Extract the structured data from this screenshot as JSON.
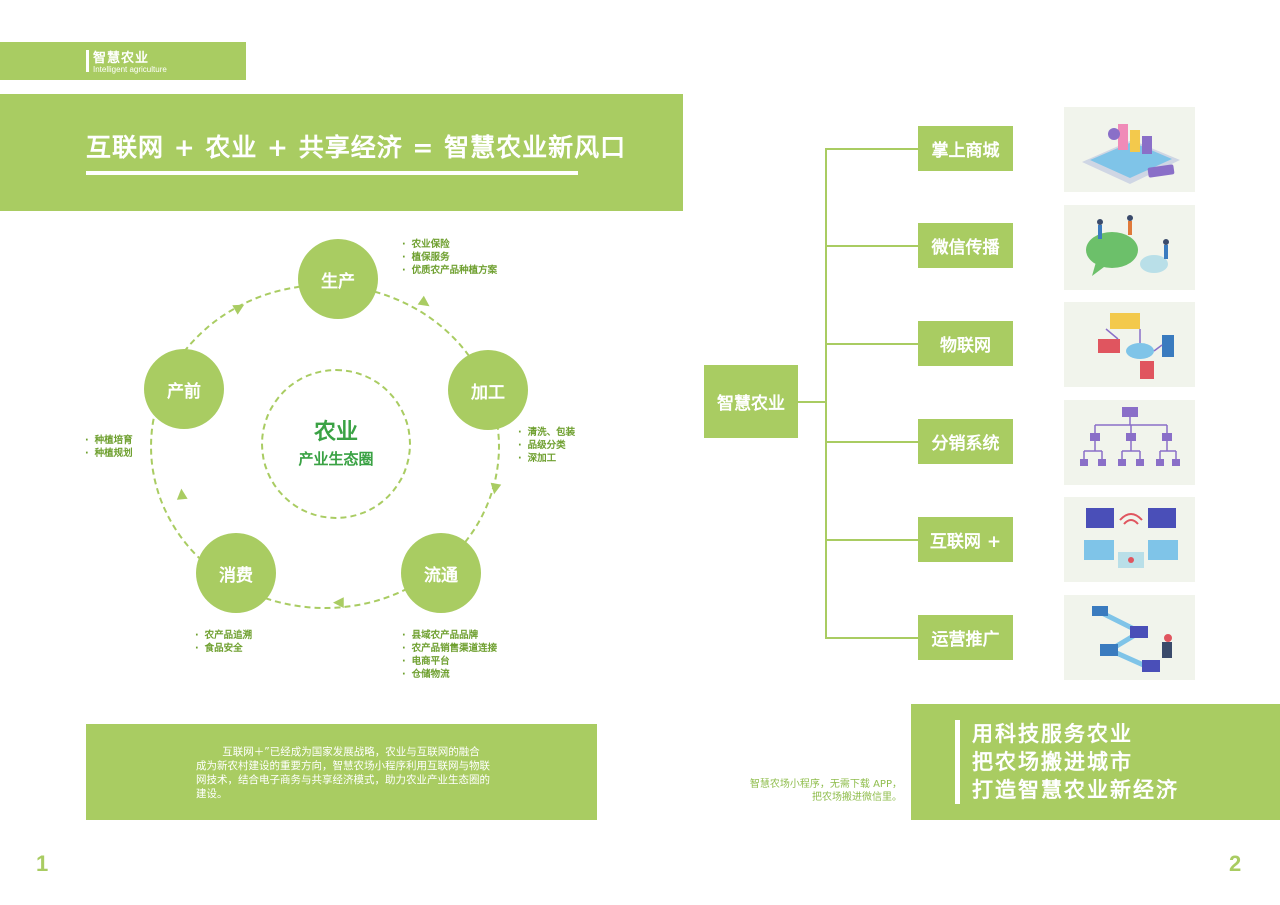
{
  "header": {
    "tag_title": "智慧农业",
    "tag_subtitle": "Intelligent agriculture",
    "headline": "互联网 + 农业 + 共享经济 = 智慧农业新风口"
  },
  "cycle": {
    "center_title": "农业",
    "center_subtitle": "产业生态圈",
    "nodes": {
      "production": {
        "label": "生产",
        "notes": [
          "农业保险",
          "植保服务",
          "优质农产品种植方案"
        ]
      },
      "processing": {
        "label": "加工",
        "notes": [
          "清洗、包装",
          "品级分类",
          "深加工"
        ]
      },
      "circulation": {
        "label": "流通",
        "notes": [
          "县域农产品品牌",
          "农产品销售渠道连接",
          "电商平台",
          "仓储物流"
        ]
      },
      "consumption": {
        "label": "消费",
        "notes": [
          "农产品追溯",
          "食品安全"
        ]
      },
      "preproduction": {
        "label": "产前",
        "notes": [
          "种植培育",
          "种植规划"
        ]
      }
    }
  },
  "intro_text": "互联网＋”已经成为国家发展战略，农业与互联网的融合成为新农村建设的重要方向，智慧农场小程序利用互联网与物联网技术，结合电子商务与共享经济模式，助力农业产业生态圈的建设。",
  "page_numbers": {
    "left": "1",
    "right": "2"
  },
  "tree": {
    "root": "智慧农业",
    "leaves": [
      {
        "label": "掌上商城",
        "icon": "mobile-shop-illustration"
      },
      {
        "label": "微信传播",
        "icon": "chat-people-illustration"
      },
      {
        "label": "物联网",
        "icon": "iot-devices-illustration"
      },
      {
        "label": "分销系统",
        "icon": "org-chart-illustration"
      },
      {
        "label": "互联网 +",
        "icon": "connected-monitors-illustration"
      },
      {
        "label": "运营推广",
        "icon": "server-network-illustration"
      }
    ]
  },
  "slogan": {
    "lines": [
      "用科技服务农业",
      "把农场搬进城市",
      "打造智慧农业新经济"
    ],
    "caption_1": "智慧农场小程序，无需下载 APP，",
    "caption_2": "把农场搬进微信里。"
  },
  "colors": {
    "brand_green": "#a9cc62",
    "dark_green_text": "#3aa244",
    "note_green": "#6fa030",
    "accent_purple": "#8a6fc8"
  }
}
